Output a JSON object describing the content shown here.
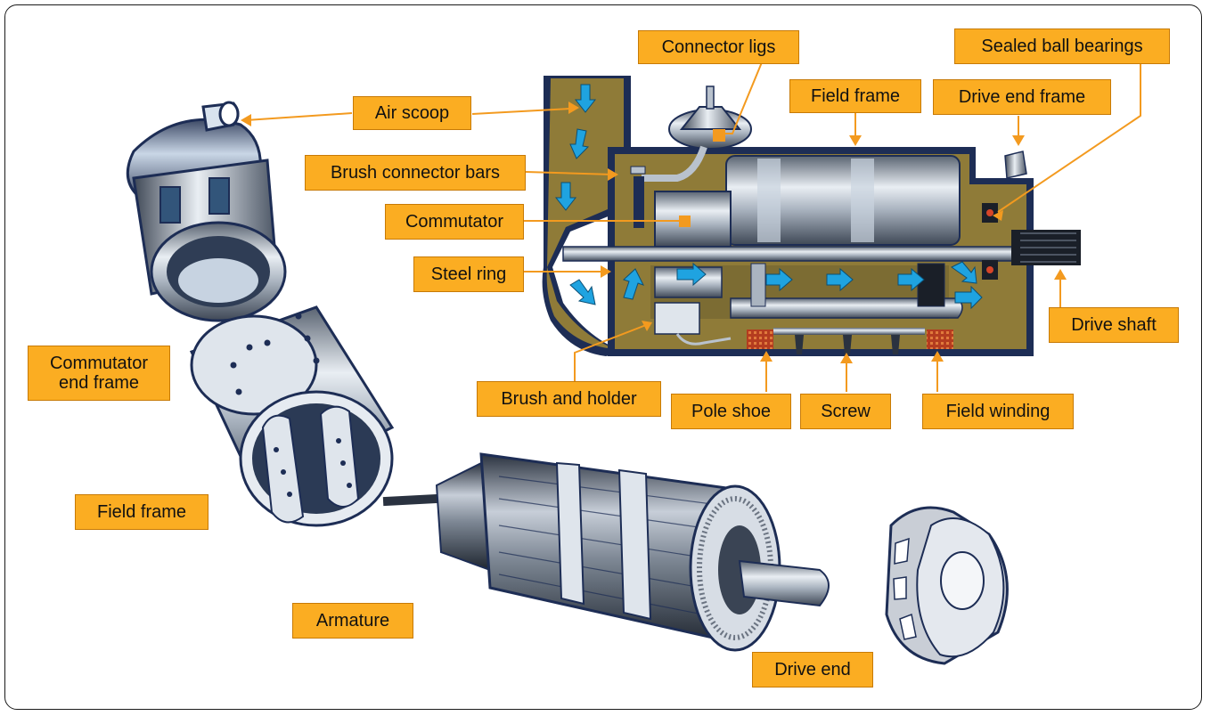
{
  "colors": {
    "label_fill": "#fbad22",
    "label_border": "#c77a06",
    "leader": "#f39a1f",
    "air_arrow": "#1fa3e0",
    "housing_dark": "#1d2d55",
    "housing_fill": "#8f7b38",
    "metal_light": "#e4e9ef",
    "metal_mid": "#9aa5b2",
    "metal_dark": "#4c5665",
    "winding": "#b43c1f"
  },
  "labels": {
    "connector_ligs": "Connector ligs",
    "sealed_ball_bearings": "Sealed ball bearings",
    "air_scoop": "Air scoop",
    "field_frame_top": "Field frame",
    "drive_end_frame": "Drive end frame",
    "brush_connector_bars": "Brush connector bars",
    "commutator": "Commutator",
    "steel_ring": "Steel ring",
    "drive_shaft": "Drive shaft",
    "commutator_end_frame": "Commutator end frame",
    "brush_and_holder": "Brush and holder",
    "pole_shoe": "Pole shoe",
    "screw": "Screw",
    "field_winding": "Field winding",
    "field_frame_left": "Field frame",
    "armature": "Armature",
    "drive_end": "Drive end"
  }
}
